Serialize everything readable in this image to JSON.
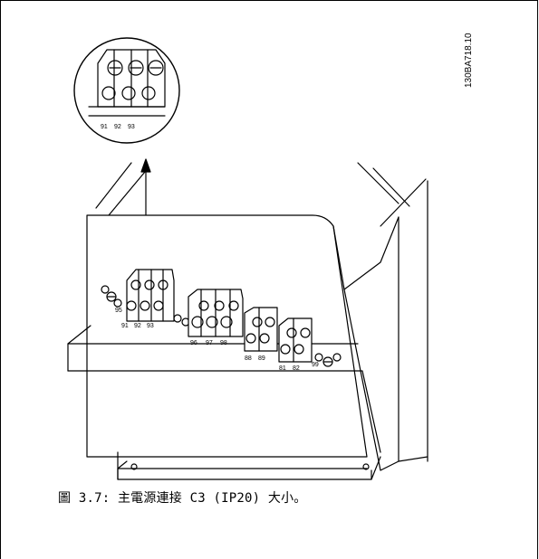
{
  "figure": {
    "doc_id": "130BA718.10",
    "caption": "圖 3.7: 主電源連接 C3 (IP20) 大小。"
  },
  "detail": {
    "terminals": [
      "91",
      "92",
      "93"
    ]
  },
  "terminal_labels": {
    "left_small": "95",
    "group_main": [
      "91",
      "92",
      "93"
    ],
    "group_motor": [
      "96",
      "97",
      "98"
    ],
    "group_dc": [
      "88",
      "89"
    ],
    "group_brake": [
      "81",
      "82"
    ],
    "right_small": "99"
  }
}
